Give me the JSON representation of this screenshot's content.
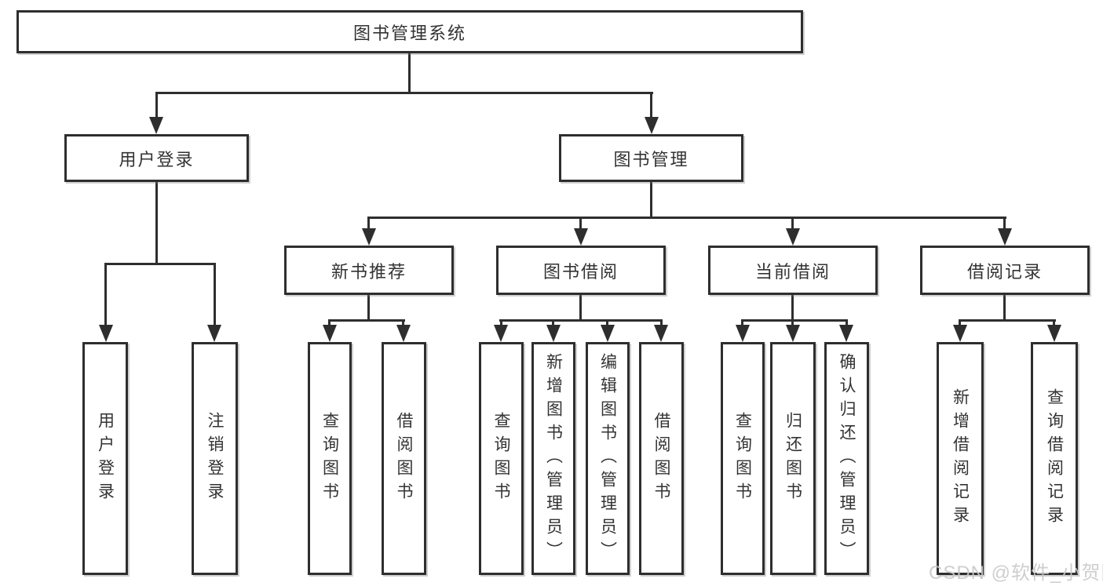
{
  "diagram": {
    "title": "图书管理系统",
    "watermark": "CSDN @软件_小贺同学",
    "colors": {
      "line": "#2e2e2e",
      "text": "#333333",
      "background": "#ffffff",
      "watermark": "#c9c9c9"
    },
    "nodes": {
      "root": {
        "label": "图书管理系统"
      },
      "user_login": {
        "label": "用户登录"
      },
      "book_mgmt": {
        "label": "图书管理"
      },
      "new_books": {
        "label": "新书推荐"
      },
      "borrowing": {
        "label": "图书借阅"
      },
      "current": {
        "label": "当前借阅"
      },
      "records": {
        "label": "借阅记录"
      },
      "leaf_login": {
        "label": "用户登录"
      },
      "leaf_logout": {
        "label": "注销登录"
      },
      "leaf_nb_search": {
        "label": "查询图书"
      },
      "leaf_nb_borrow": {
        "label": "借阅图书"
      },
      "leaf_bb_search": {
        "label": "查询图书"
      },
      "leaf_bb_add": {
        "label": "新增图书（管理员）"
      },
      "leaf_bb_edit": {
        "label": "编辑图书（管理员）"
      },
      "leaf_bb_borrow": {
        "label": "借阅图书"
      },
      "leaf_cb_search": {
        "label": "查询图书"
      },
      "leaf_cb_return": {
        "label": "归还图书"
      },
      "leaf_cb_confirm": {
        "label": "确认归还（管理员）"
      },
      "leaf_br_add": {
        "label": "新增借阅记录"
      },
      "leaf_br_search": {
        "label": "查询借阅记录"
      }
    }
  }
}
